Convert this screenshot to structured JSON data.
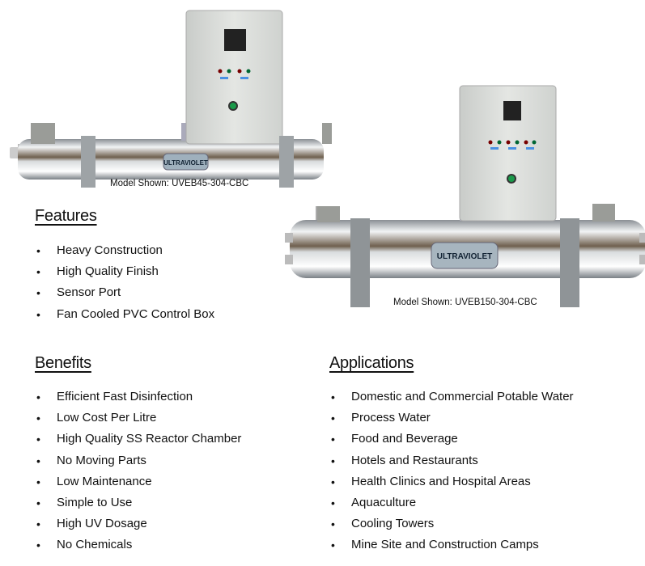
{
  "products": [
    {
      "caption": "Model Shown: UVEB45-304-CBC",
      "brand_label": "ULTRAVIOLET"
    },
    {
      "caption": "Model Shown: UVEB150-304-CBC",
      "brand_label": "ULTRAVIOLET"
    }
  ],
  "features": {
    "heading": "Features",
    "items": [
      "Heavy Construction",
      "High Quality Finish",
      "Sensor Port",
      "Fan Cooled PVC Control Box"
    ]
  },
  "benefits": {
    "heading": "Benefits",
    "items": [
      "Efficient Fast Disinfection",
      "Low Cost Per Litre",
      "High Quality SS Reactor Chamber",
      "No Moving Parts",
      "Low Maintenance",
      "Simple to Use",
      "High UV Dosage",
      "No Chemicals"
    ]
  },
  "applications": {
    "heading": "Applications",
    "items": [
      "Domestic and Commercial Potable Water",
      "Process Water",
      "Food and Beverage",
      "Hotels and Restaurants",
      "Health Clinics and Hospital Areas",
      "Aquaculture",
      "Cooling Towers",
      "Mine Site and Construction Camps"
    ]
  }
}
